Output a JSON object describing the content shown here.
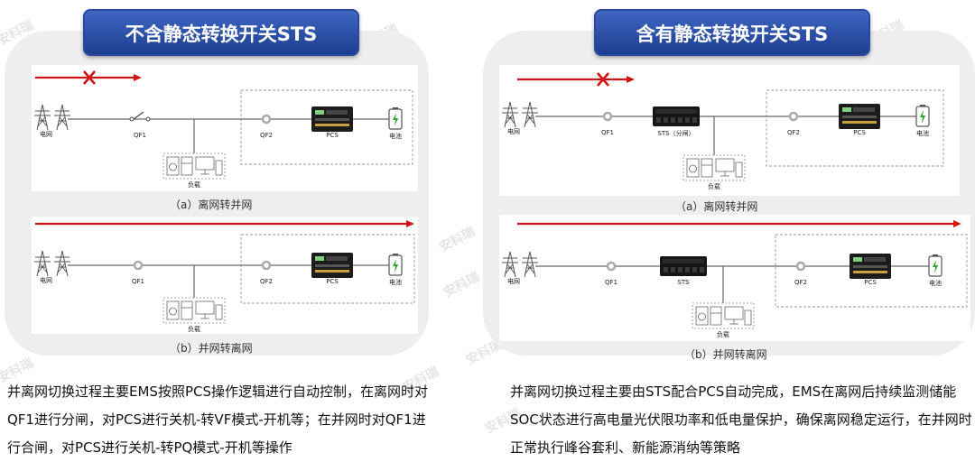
{
  "watermark": "安科瑞",
  "left": {
    "title": "不含静态转换开关STS",
    "diagram_a": {
      "labels": {
        "grid": "电网",
        "qf1": "QF1",
        "qf2": "QF2",
        "pcs": "PCS",
        "battery": "电池",
        "load": "负载"
      },
      "caption": "（a）离网转并网"
    },
    "diagram_b": {
      "labels": {
        "grid": "电网",
        "qf1": "QF1",
        "qf2": "QF2",
        "pcs": "PCS",
        "battery": "电池",
        "load": "负载"
      },
      "caption": "（b）并网转离网"
    },
    "description": "并离网切换过程主要EMS按照PCS操作逻辑进行自动控制，在离网时对QF1进行分闸，对PCS进行关机-转VF模式-开机等；在并网时对QF1进行合闸，对PCS进行关机-转PQ模式-开机等操作"
  },
  "right": {
    "title": "含有静态转换开关STS",
    "diagram_a": {
      "labels": {
        "grid": "电网",
        "qf1": "QF1",
        "sts": "STS（分闸）",
        "qf2": "QF2",
        "pcs": "PCS",
        "battery": "电池",
        "load": "负载"
      },
      "caption": "（a）离网转并网"
    },
    "diagram_b": {
      "labels": {
        "grid": "电网",
        "qf1": "QF1",
        "sts": "STS",
        "qf2": "QF2",
        "pcs": "PCS",
        "battery": "电池",
        "load": "负载"
      },
      "caption": "（b）并网转离网"
    },
    "description": "并离网切换过程主要由STS配合PCS自动完成，EMS在离网后持续监测储能SOC状态进行高电量光伏限功率和低电量保护，确保离网稳定运行，在并网时正常执行峰谷套利、新能源消纳等策略"
  },
  "colors": {
    "title_bg": "#2b4ea8",
    "arrow": "#d11414",
    "panel_bg": "#eeeeee",
    "battery": "#2fa52f"
  }
}
